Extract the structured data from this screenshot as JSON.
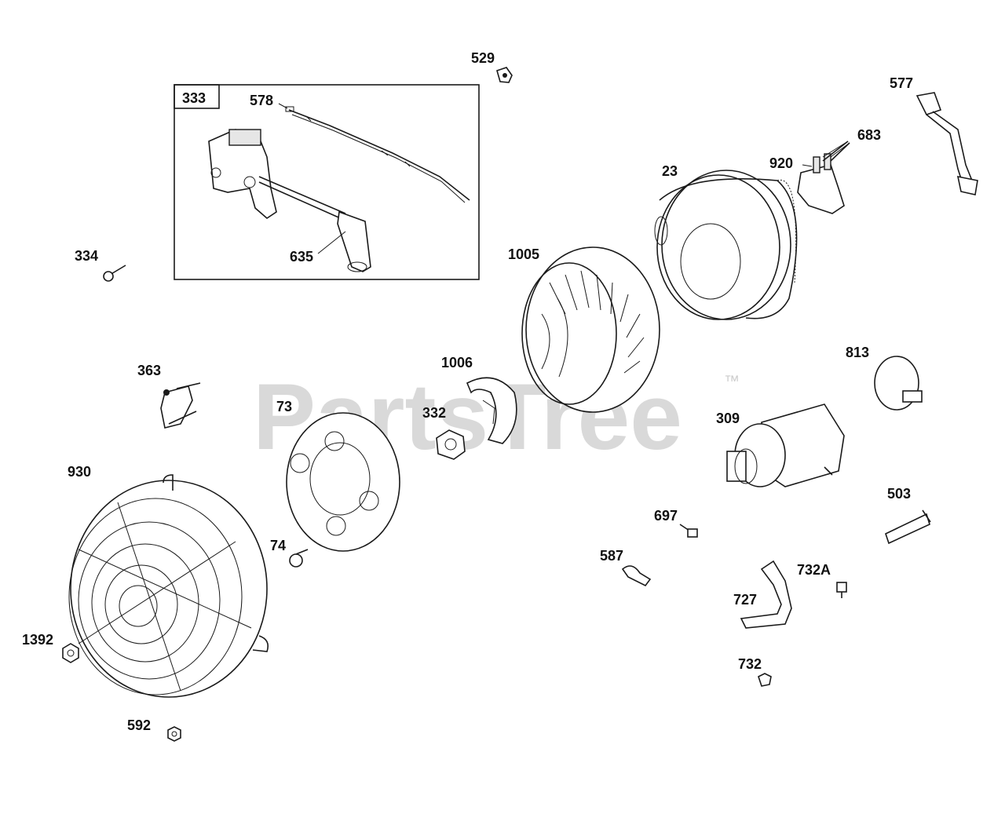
{
  "watermark": {
    "text": "PartsTree",
    "trademark": "™"
  },
  "kit_box_label": "333",
  "labels": {
    "p529": "529",
    "p577": "577",
    "p578": "578",
    "p683": "683",
    "p920": "920",
    "p23": "23",
    "p334": "334",
    "p635": "635",
    "p1005": "1005",
    "p813": "813",
    "p363": "363",
    "p1006": "1006",
    "p73": "73",
    "p332": "332",
    "p309": "309",
    "p930": "930",
    "p503": "503",
    "p697": "697",
    "p74": "74",
    "p587": "587",
    "p732A": "732A",
    "p727": "727",
    "p1392": "1392",
    "p732": "732",
    "p592": "592"
  },
  "colors": {
    "ink": "#1a1a1a",
    "watermark": "#d9d9d9",
    "background": "#ffffff"
  }
}
